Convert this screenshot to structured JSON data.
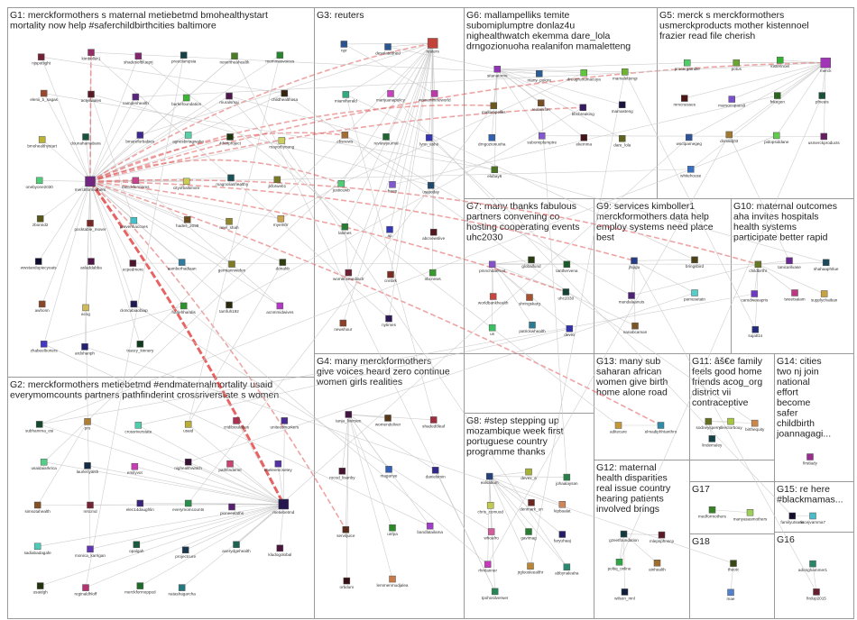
{
  "groups": [
    {
      "id": "G1",
      "title": [
        "G1: merckformothers s maternal metiebetmd bmohealthystart",
        "mortality now help #saferchildbirthcities baltimore"
      ]
    },
    {
      "id": "G2",
      "title": [
        "G2: merckformothers metiebetmd #endmaternalmortality usaid",
        "everymomcounts partners pathfinderint crossriverstate s women"
      ]
    },
    {
      "id": "G3",
      "title": [
        "G3: reuters"
      ]
    },
    {
      "id": "G4",
      "title": [
        "G4: many merckformothers",
        "give voices heard zero continue",
        "women girls realities"
      ]
    },
    {
      "id": "G5",
      "title": [
        "G5: merck s merckformothers",
        "usmerckproducts mother kistennoel",
        "frazier read file cherish"
      ]
    },
    {
      "id": "G6",
      "title": [
        "G6: mallampelliks temite",
        "subomiplumptre donlaz4u",
        "nighealthwatch ekemma dare_lola",
        "drngozionuoha realanifon mamaletteng"
      ]
    },
    {
      "id": "G7",
      "title": [
        "G7: many thanks fabulous",
        "partners convening co",
        "hosting cooperating events",
        "uhc2030"
      ]
    },
    {
      "id": "G8",
      "title": [
        "G8: #step stepping up",
        "mozambique week first",
        "portuguese country",
        "programme thanks"
      ]
    },
    {
      "id": "G9",
      "title": [
        "G9: services kimboller1",
        "merckformothers data help",
        "employ systems need place",
        "best"
      ]
    },
    {
      "id": "G10",
      "title": [
        "G10: maternal outcomes",
        "aha invites hospitals",
        "health systems",
        "participate better rapid"
      ]
    },
    {
      "id": "G11",
      "title": [
        "G11: âš€e family",
        "feels good home",
        "friends acog_org",
        "district vii",
        "contraceptive"
      ]
    },
    {
      "id": "G12",
      "title": [
        "G12: maternal",
        "health disparities",
        "real issue country",
        "hearing patients",
        "involved brings"
      ]
    },
    {
      "id": "G13",
      "title": [
        "G13: many sub",
        "saharan african",
        "women give birth",
        "home alone road"
      ]
    },
    {
      "id": "G14",
      "title": [
        "G14: cities",
        "two nj join",
        "national",
        "effort",
        "become",
        "safer",
        "childbirth",
        "joannagagi..."
      ]
    },
    {
      "id": "G15",
      "title": [
        "G15: re here",
        "#blackmamas..."
      ]
    },
    {
      "id": "G16",
      "title": [
        "G16"
      ]
    },
    {
      "id": "G17",
      "title": [
        "G17"
      ]
    },
    {
      "id": "G18",
      "title": [
        "G18"
      ]
    }
  ],
  "nodes": {
    "G1": [
      "njspotlight",
      "kimboller1",
      "shadesofblueprj",
      "preeclampsia",
      "nevertheahealth",
      "mommasvoices",
      "elenii_b_sagas",
      "actyswales",
      "camdenhealth",
      "burkefoundation",
      "muralsmai",
      "childhealthusa",
      "bmohealthystart",
      "dounahamabara",
      "bmoreforbabies",
      "agnesbinagwaho",
      "4thtriproject",
      "mayorbyoung",
      "onebyone2030",
      "merckformothers",
      "merckformoms",
      "cityofbaltimore",
      "_magnoliashealthy",
      "jkforweb1",
      "zbonnd2",
      "pocktable_mover",
      "prevenhaccnes",
      "hades_2099",
      "neel_shah",
      "myemfrr",
      "wwstandupiecyoats",
      "asladdabba",
      "ecpedmore",
      "aamberhadiaan",
      "germannwefen",
      "donahb",
      "awhonn",
      "acog",
      "ckmcabiaobiap",
      "harlehhandis",
      "tamfuh192",
      "acnmmidwives",
      "zhabeelboriers",
      "ardohanph",
      "tracey_kinnery"
    ],
    "G2": [
      "subhamma_esi",
      "pro",
      "crossriverstate",
      "usaid",
      "cridibioulabes",
      "uniteedmorkers",
      "usaidaiarkrica",
      "laurlenyaish",
      "emilyvot",
      "nighealthwatch",
      "pathfinderint",
      "kaeleemcsetey",
      "simsotahealth",
      "nrscmd",
      "elec14daughlin",
      "everymomcounts",
      "pioneealaths",
      "metiebetmd",
      "sadiabadagafe",
      "monica_karrigan",
      "opalgah",
      "projectcure",
      "averydgehealth",
      "kludogolobal",
      "usaidgh",
      "reginaldhloff",
      "merckformopped",
      "natashagarcha"
    ],
    "G3": [
      "npr",
      "desolatedhed",
      "reuters",
      "miamiherald",
      "marijuanapolicy",
      "womenintheworld",
      "cbsnews",
      "reviewjournal",
      "lynn_ashe",
      "justicewb",
      "freep",
      "usatoday",
      "latimes",
      "ap",
      "abcnewslive",
      "womensmediactr",
      "cnnbrk",
      "nbcnews",
      "newshour",
      "nytimes"
    ],
    "G4": [
      "tanja_liversen",
      "womendeliver",
      "shaded8leaf",
      "rocod_lisanby",
      "maganye",
      "danielsmin",
      "serviljuice",
      "unfpa",
      "bandlatailama",
      "orbdum",
      "lemmenmudjalea"
    ],
    "G5": [
      "procergamble",
      "potus",
      "kistennoel",
      "merck",
      "mmcnesses",
      "marsocopaes9",
      "fnkegon",
      "pfneuis",
      "wsctpamegeg",
      "donaldj03",
      "pidopsiddane",
      "usmerckproducts",
      "whitehouse"
    ],
    "G6": [
      "sitanatomo",
      "many_polore",
      "dreugrunumacuya",
      "mamalettengi",
      "mallampellks",
      "realanifon",
      "bbcbreaking",
      "mamasteng",
      "drngozionuoha",
      "subomiplumptre",
      "ekemma",
      "dare_lola",
      "elubay6"
    ],
    "G7": [
      "pmnchdaemet",
      "globalfund",
      "tanthervena",
      "worldbankhealth",
      "shringskarg",
      "uhc2030",
      "un",
      "patrickwhealth",
      "devex"
    ],
    "G8": [
      "ealsabum",
      "devex_a",
      "johaalaysan",
      "chris_comuod",
      "denmark_un",
      "kipbaalat",
      "whoafro",
      "gavimag",
      "faryuhaaj",
      "rhmlanner",
      "jrgloosleealthr",
      "abbynaleaha",
      "tpohosilverwer"
    ],
    "G9": [
      "jhipgu",
      "bringsbird",
      "mandalaanuis",
      "pamusetatn",
      "nanabcaman"
    ],
    "G10": [
      "childbirthr",
      "tanicarilvase",
      "shahaaphtlue",
      "carodweeapris",
      "tweetsaiam",
      "supplychaiban",
      "sujatt1s"
    ],
    "G11": [
      "sodneysperry",
      "director5ouy",
      "birthequity",
      "lindemaley"
    ],
    "G12": [
      "gzeetfoundation",
      "mlepsphnscp",
      "poltiq_online",
      "ainhealth",
      "wilson_mnl"
    ],
    "G13": [
      "aditecare",
      "elmadiphhtanthro"
    ],
    "G14": [
      "firstlady"
    ],
    "G15": [
      "familyutsanu",
      "tiscejvamma7"
    ],
    "G16": [
      "adonghammer1",
      "firdup2015"
    ],
    "G17": [
      "medformothers",
      "manyasasmothers"
    ],
    "G18": [
      "theotc",
      "mae"
    ]
  },
  "colors": {
    "highlight_edge": "#e03030",
    "edge": "#c9c9c9",
    "box": "#9a9a9a"
  }
}
